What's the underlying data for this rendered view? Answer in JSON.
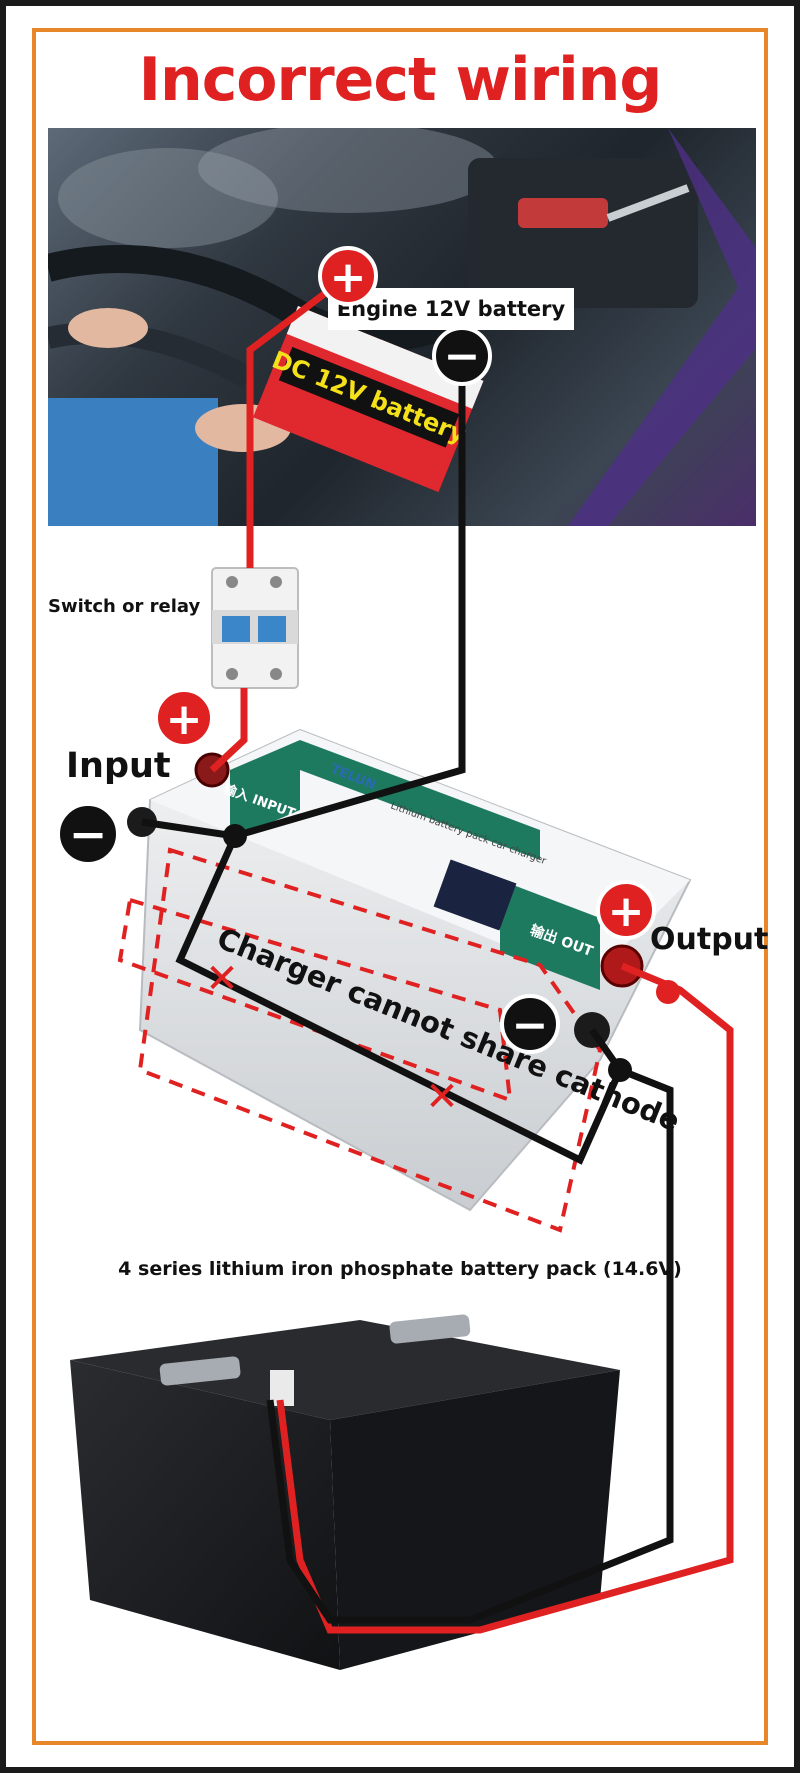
{
  "title": "Incorrect wiring",
  "labels": {
    "engine_battery": "Engine 12V battery",
    "dc_battery": "DC 12V battery",
    "switch": "Switch or relay",
    "input": "Input",
    "output": "Output",
    "warning": "Charger cannot share cathode",
    "lithium_pack": "4 series lithium iron phosphate battery pack (14.6V)"
  },
  "charger": {
    "brand": "TELUN",
    "name": "Lithium battery pack car charger",
    "input_badge": "输入 INPUT",
    "output_badge": "输出 OUT"
  },
  "symbols": {
    "plus": "+",
    "minus": "−",
    "cross": "✕"
  },
  "colors": {
    "title": "#e02121",
    "positive_wire": "#e02121",
    "negative_wire": "#111111",
    "frame_border": "#e8862a",
    "dashed_box": "#e02121",
    "charger_body": "#e6e8ea",
    "charger_panel": "#1e7a5e",
    "pack_body": "#1c1d20"
  }
}
